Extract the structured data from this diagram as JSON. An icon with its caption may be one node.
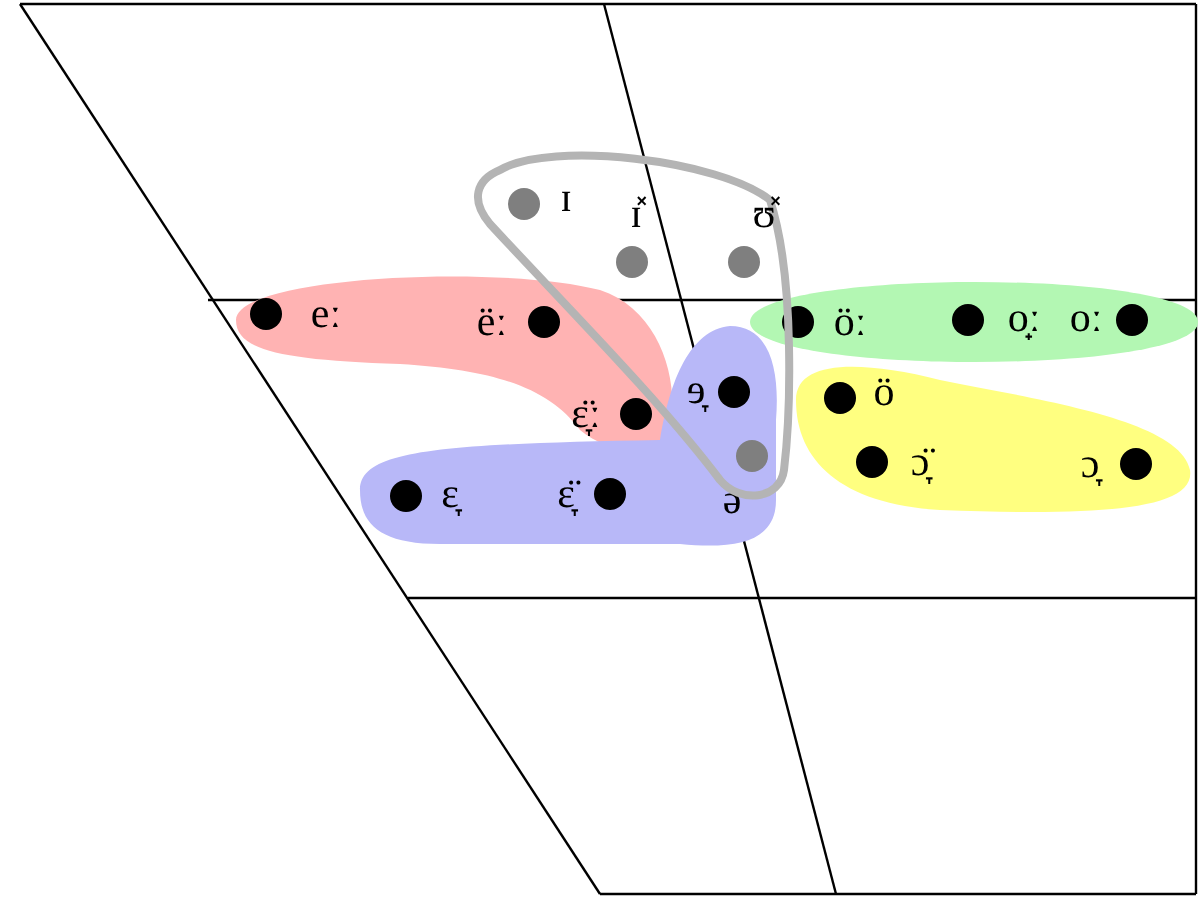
{
  "diagram": {
    "nodes": [
      {
        "text": [
          "ɪ",
          "ɪ̽",
          "ʊ̽"
        ]
      },
      {
        "text": [
          "eː",
          "ëː",
          "ɛ̞̈ː"
        ]
      },
      {
        "text": [
          "öː",
          "o̟ː",
          "oː"
        ]
      },
      {
        "text": [
          "ɘ̞",
          "ɛ̞",
          "ɛ̞̈",
          "ə"
        ]
      },
      {
        "text": [
          "ö",
          "ɔ̞̈",
          "ɔ̞"
        ]
      }
    ]
  }
}
